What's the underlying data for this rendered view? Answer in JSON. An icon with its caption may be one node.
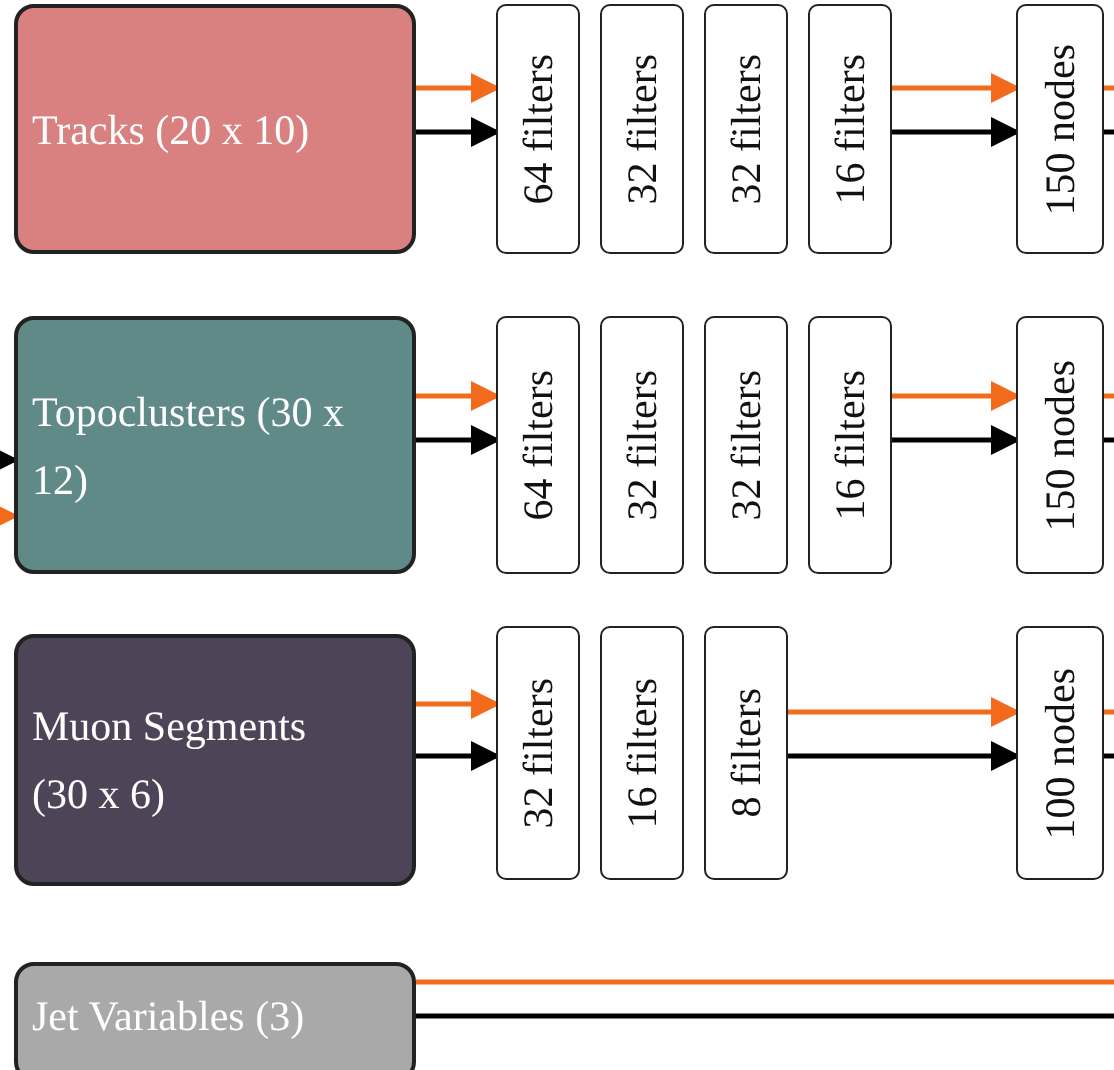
{
  "diagram": {
    "nodes": [
      {
        "text": [
          "Tracks (20 x 10)"
        ]
      },
      {
        "text": [
          "64 filters"
        ]
      },
      {
        "text": [
          "32 filters"
        ]
      },
      {
        "text": [
          "32 filters"
        ]
      },
      {
        "text": [
          "16 filters"
        ]
      },
      {
        "text": [
          "150 nodes"
        ]
      },
      {
        "text": [
          "Topoclusters (30 x 12)"
        ]
      },
      {
        "text": [
          "64 filters"
        ]
      },
      {
        "text": [
          "32 filters"
        ]
      },
      {
        "text": [
          "32 filters"
        ]
      },
      {
        "text": [
          "16 filters"
        ]
      },
      {
        "text": [
          "150 nodes"
        ]
      },
      {
        "text": [
          "Muon Segments (30 x 6)"
        ]
      },
      {
        "text": [
          "32 filters"
        ]
      },
      {
        "text": [
          "16 filters"
        ]
      },
      {
        "text": [
          "8 filters"
        ]
      },
      {
        "text": [
          "100 nodes"
        ]
      },
      {
        "text": [
          "Jet Variables (3)"
        ]
      }
    ],
    "edges": [
      {
        "from": 0,
        "to": 1,
        "arrow": "to",
        "color": "#f26b1d"
      },
      {
        "from": 0,
        "to": 1,
        "arrow": "to",
        "color": "#000000"
      },
      {
        "from": 4,
        "to": 5,
        "arrow": "to",
        "color": "#f26b1d"
      },
      {
        "from": 4,
        "to": 5,
        "arrow": "to",
        "color": "#000000"
      },
      {
        "from": 5,
        "to": null,
        "arrow": "none",
        "color": "#f26b1d"
      },
      {
        "from": 5,
        "to": null,
        "arrow": "none",
        "color": "#000000"
      },
      {
        "from": null,
        "to": 6,
        "arrow": "to",
        "color": "#000000"
      },
      {
        "from": null,
        "to": 6,
        "arrow": "to",
        "color": "#f26b1d"
      },
      {
        "from": 6,
        "to": 7,
        "arrow": "to",
        "color": "#f26b1d"
      },
      {
        "from": 6,
        "to": 7,
        "arrow": "to",
        "color": "#000000"
      },
      {
        "from": 10,
        "to": 11,
        "arrow": "to",
        "color": "#f26b1d"
      },
      {
        "from": 10,
        "to": 11,
        "arrow": "to",
        "color": "#000000"
      },
      {
        "from": 11,
        "to": null,
        "arrow": "none",
        "color": "#f26b1d"
      },
      {
        "from": 11,
        "to": null,
        "arrow": "none",
        "color": "#000000"
      },
      {
        "from": 12,
        "to": 13,
        "arrow": "to",
        "color": "#f26b1d"
      },
      {
        "from": 12,
        "to": 13,
        "arrow": "to",
        "color": "#000000"
      },
      {
        "from": 15,
        "to": 16,
        "arrow": "to",
        "color": "#f26b1d"
      },
      {
        "from": 15,
        "to": 16,
        "arrow": "to",
        "color": "#000000"
      },
      {
        "from": 16,
        "to": null,
        "arrow": "none",
        "color": "#f26b1d"
      },
      {
        "from": 16,
        "to": null,
        "arrow": "none",
        "color": "#000000"
      },
      {
        "from": 17,
        "to": null,
        "arrow": "none",
        "color": "#f26b1d"
      },
      {
        "from": 17,
        "to": null,
        "arrow": "none",
        "color": "#000000"
      }
    ]
  }
}
